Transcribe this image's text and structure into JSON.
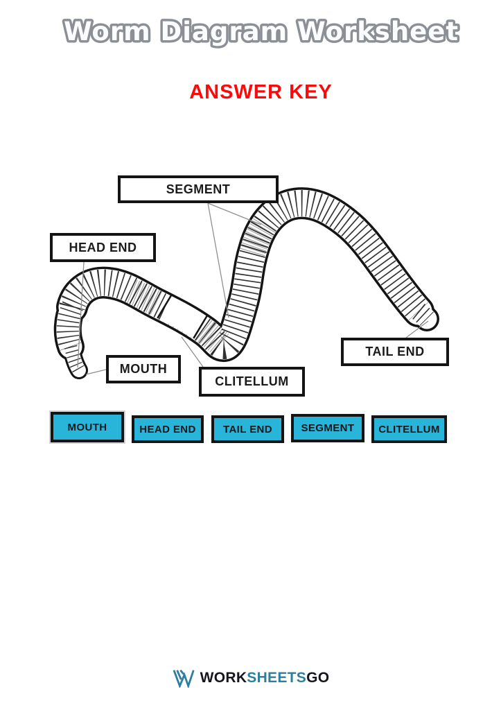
{
  "title": {
    "text": "Worm Diagram Worksheet",
    "fill_color": "#fbfcfd",
    "outline_color": "#8a9096"
  },
  "answer_key": {
    "text": "ANSWER KEY",
    "color": "#fa0a0a"
  },
  "diagram": {
    "subject": "earthworm illustration",
    "labels": {
      "segment": "SEGMENT",
      "head_end": "HEAD END",
      "mouth": "MOUTH",
      "clitellum": "CLITELLUM",
      "tail_end": "TAIL END"
    }
  },
  "word_bank": {
    "items": [
      {
        "label": "MOUTH"
      },
      {
        "label": "HEAD END"
      },
      {
        "label": "TAIL END"
      },
      {
        "label": "SEGMENT"
      },
      {
        "label": "CLITELLUM"
      }
    ],
    "tile_color": "#29b4da",
    "border_color": "#141414"
  },
  "footer_logo": {
    "work": "WORK",
    "sheets": "SHEETS",
    "go": "GO",
    "accent_color": "#2e7f9e",
    "text_color": "#15151f",
    "icon": "w-logo-icon"
  }
}
